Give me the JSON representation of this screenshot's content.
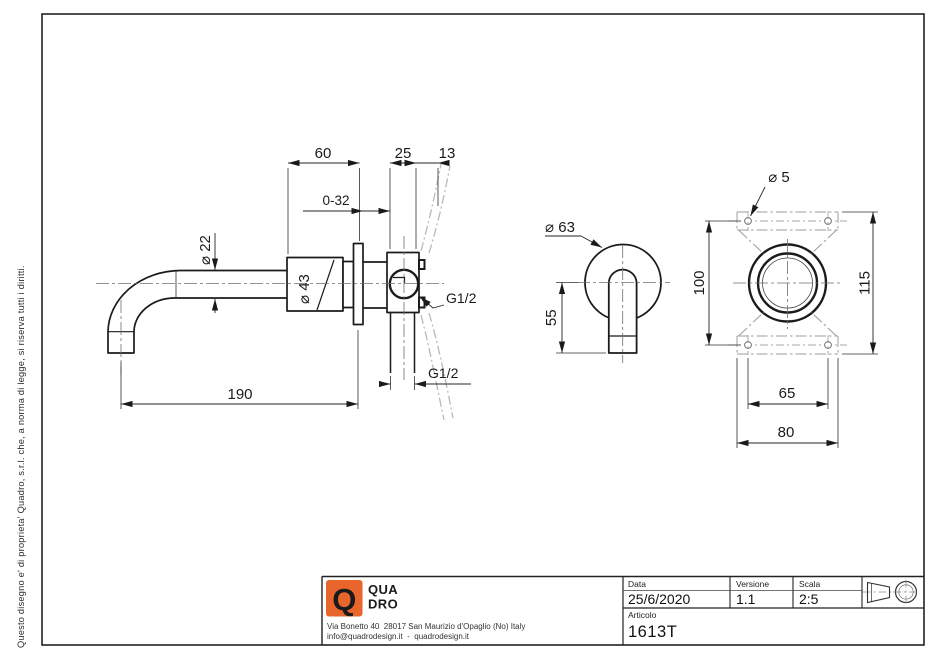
{
  "page": {
    "background": "#ffffff",
    "line_color": "#1b1b1b",
    "accent_orange": "#e8662c"
  },
  "copyright_note": "Questo disegno e' di proprieta' Quadro, s.r.l. che, a norma di legge, si riserva tutti i diritti.",
  "views": {
    "side": {
      "dim_60": "60",
      "dim_25": "25",
      "dim_13": "13",
      "dim_0_32": "0-32",
      "dim_d22": "⌀ 22",
      "dim_d43": "⌀ 43",
      "thread_side": "G1/2",
      "thread_bottom": "G1/2",
      "dim_190": "190"
    },
    "front": {
      "dim_d63": "⌀ 63",
      "dim_55": "55"
    },
    "bracket": {
      "dim_d5": "⌀ 5",
      "dim_100": "100",
      "dim_115": "115",
      "dim_65": "65",
      "dim_80": "80"
    }
  },
  "title_block": {
    "logo_q": "Q",
    "logo_top": "QUA",
    "logo_bottom": "DRO",
    "address_line1": "Via Bonetto 40  28017 San Maurizio d'Opaglio (No) Italy",
    "address_line2": "info@quadrodesign.it  -  quadrodesign.it",
    "data_label": "Data",
    "data_value": "25/6/2020",
    "versione_label": "Versione",
    "versione_value": "1.1",
    "scala_label": "Scala",
    "scala_value": "2:5",
    "articolo_label": "Articolo",
    "articolo_value": "1613T"
  }
}
